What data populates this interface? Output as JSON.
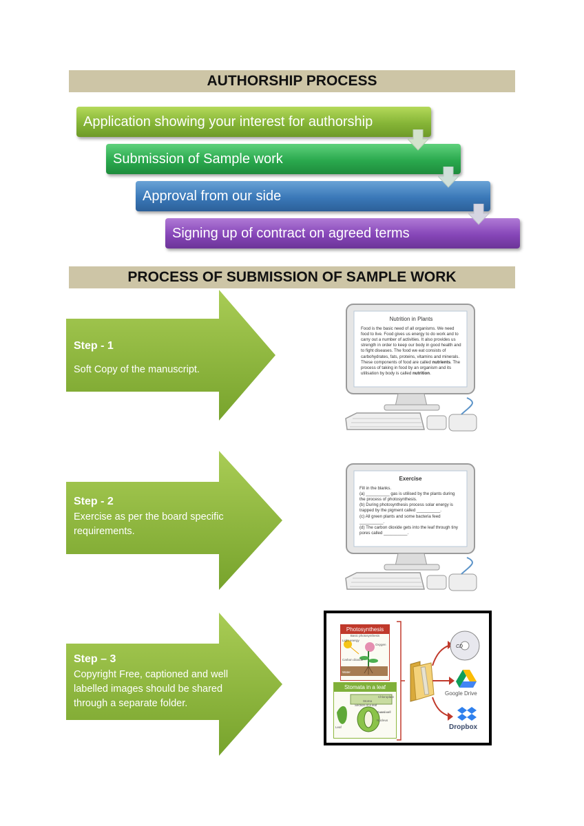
{
  "authorship": {
    "title": "AUTHORSHIP PROCESS",
    "steps": [
      "Application showing your interest for authorship",
      "Submission of Sample work",
      "Approval from our side",
      "Signing up of contract on agreed terms"
    ]
  },
  "submission": {
    "title": "PROCESS OF SUBMISSION OF SAMPLE WORK",
    "steps": [
      {
        "label": "Step - 1",
        "text": "Soft Copy of the manuscript."
      },
      {
        "label": "Step - 2",
        "text": "Exercise as per the board specific requirements."
      },
      {
        "label": "Step – 3",
        "text": "Copyright Free, captioned and well labelled images should be shared through a separate folder."
      }
    ]
  },
  "screen1": {
    "title": "Nutrition in Plants",
    "body": "Food is the basic need of all organisms. We need food to live. Food gives us energy to do work and to carry out a number of activities. It also provides us strength in order to keep our body in good health and to fight diseases. The food we eat consists of carbohydrates, fats, proteins, vitamins and minerals. These components of food are called",
    "bold1": "nutrients",
    "body2": ". The process of taking in food by an organism and its utilisation by body is called",
    "bold2": "nutrition",
    "end": "."
  },
  "screen2": {
    "title": "Exercise",
    "lines": [
      "Fill in the blanks.",
      "(a) __________ gas is utilised by the plants during the process of photosynthesis.",
      "(b) During photosynthesis process solar energy is trapped by the pigment called __________.",
      "(c) All green plants and some bacteria feed __________.",
      "(d) The carbon dioxide gets into the leaf through tiny pores called __________."
    ]
  },
  "image3": {
    "panel1_title": "Photosynthesis",
    "panel1_sub": "Basic photosynthesis",
    "panel1_labels": [
      "Light energy",
      "Oxygen",
      "Carbon dioxide",
      "Water"
    ],
    "panel2_title": "Stomata in a leaf",
    "panel2_labels": [
      "Chloroplast",
      "Stoma",
      "Guard cell",
      "Nucleus",
      "Section of a leaf",
      "Leaf"
    ],
    "services": [
      "Google Drive",
      "Dropbox"
    ],
    "cd_label": "CD"
  },
  "colors": {
    "band": "#cdc5a6",
    "bar1": "#86b537",
    "bar2": "#2aa94e",
    "bar3": "#3a78b8",
    "bar4": "#8646b8",
    "arrow": "#8cb63c"
  }
}
